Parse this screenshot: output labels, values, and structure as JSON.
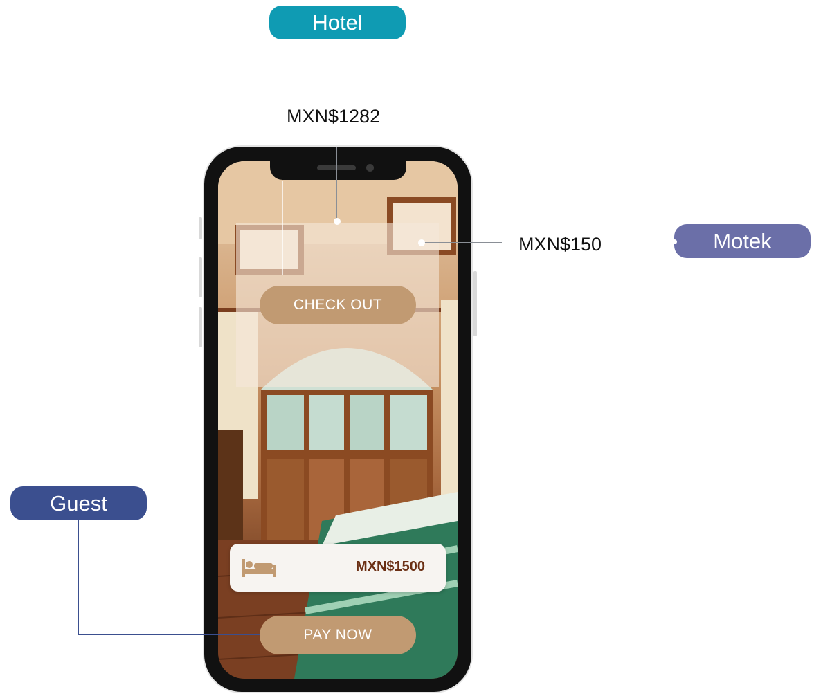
{
  "labels": {
    "hotel": "Hotel",
    "motek": "Motek",
    "guest": "Guest"
  },
  "prices": {
    "hotel_share": "MXN$1282",
    "motek_share": "MXN$150"
  },
  "app": {
    "checkout_label": "CHECK OUT",
    "booking_amount": "MXN$1500",
    "pay_label": "PAY NOW"
  },
  "colors": {
    "hotel_pill": "#0f9bb3",
    "motek_pill": "#6b6fa8",
    "guest_pill": "#3b4f8f",
    "button": "#c19a72",
    "amount_text": "#6b2f14"
  },
  "icons": {
    "booking": "bed-icon"
  }
}
